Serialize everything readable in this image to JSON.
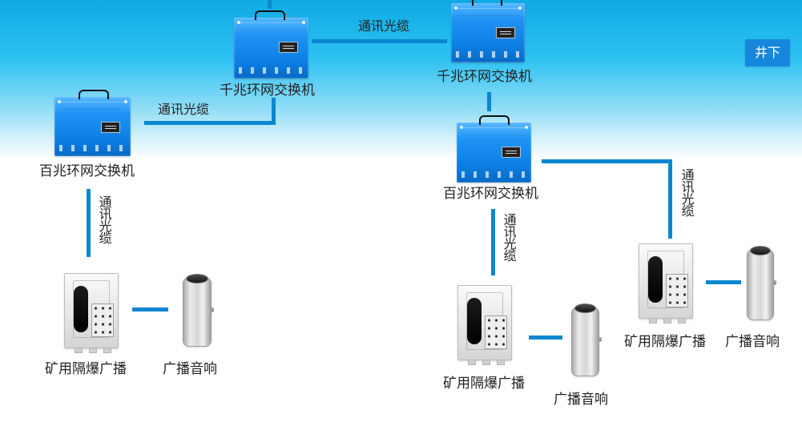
{
  "nodes": {
    "gigabit_switch_left": "千兆环网交换机",
    "gigabit_switch_right": "千兆环网交换机",
    "hundred_switch_left": "百兆环网交换机",
    "hundred_switch_right": "百兆环网交换机",
    "broadcast_left": "矿用隔爆广播",
    "broadcast_middle": "矿用隔爆广播",
    "broadcast_right": "矿用隔爆广播",
    "speaker_left": "广播音响",
    "speaker_middle": "广播音响",
    "speaker_right": "广播音响"
  },
  "connections": {
    "top_cable": "通讯光缆",
    "left_cable": "通讯光缆",
    "left_vertical_cable": "通讯光缆",
    "middle_vertical_cable": "通讯光缆",
    "right_vertical_cable": "通讯光缆"
  },
  "badge": {
    "label": "井下"
  },
  "icons": {
    "switch": "network-switch-icon",
    "broadcast": "explosion-proof-broadcast-icon",
    "speaker": "speaker-icon"
  },
  "colors": {
    "link": "#0b86cf",
    "badge": "#1787dd",
    "switch": "#1f93f4",
    "device": "#e7e7e7"
  }
}
